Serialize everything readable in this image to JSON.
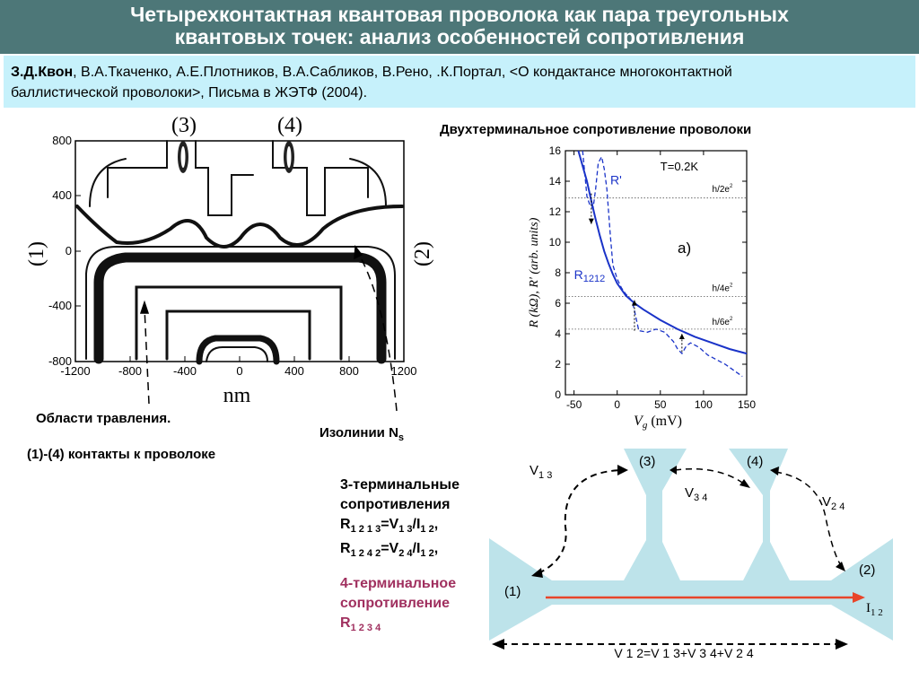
{
  "header": {
    "title_line1": "Четырехконтактная квантовая проволока как пара треугольных",
    "title_line2": "квантовых точек: анализ особенностей сопротивления"
  },
  "citation": {
    "first_author": "З.Д.Квон",
    "rest_line1": ", В.А.Ткаченко, А.Е.Плотников, В.А.Сабликов, В.Рено, .К.Портал, <О кондактансе многоконтактной",
    "line2": "баллистической проволоки>, Письма в ЖЭТФ (2004)."
  },
  "left_figure": {
    "contact_labels": [
      "(3)",
      "(4)",
      "(1)",
      "(2)"
    ],
    "y_ticks": [
      "800",
      "400",
      "0",
      "-400",
      "-800"
    ],
    "x_ticks": [
      "-1200",
      "-800",
      "-400",
      "0",
      "400",
      "800",
      "1200"
    ],
    "x_unit": "nm",
    "label_etching": "Области травления.",
    "label_isolines_main": "Изолинии N",
    "label_isolines_sub": "s",
    "label_contacts": "(1)-(4) контакты к проволоке"
  },
  "chart_title": "Двухтерминальное сопротивление проволоки",
  "chart_data": {
    "type": "line",
    "xlabel_main": "V",
    "xlabel_sub": "g",
    "xlabel_unit": " (mV)",
    "ylabel": "R (kΩ), R' (arb. units)",
    "xlim": [
      -60,
      150
    ],
    "ylim": [
      0,
      16
    ],
    "x_ticks": [
      "-50",
      "0",
      "50",
      "100",
      "150"
    ],
    "y_ticks": [
      "0",
      "2",
      "4",
      "6",
      "8",
      "10",
      "12",
      "14",
      "16"
    ],
    "annotations": {
      "temperature": "T=0.2K",
      "panel": "a)",
      "h2": "h/2e",
      "h4": "h/4e",
      "h6": "h/6e",
      "sq": "2",
      "series_r_prime": "R'",
      "series_r1212_main": "R",
      "series_r1212_sub": "1212"
    },
    "reference_levels": [
      12.9,
      6.45,
      4.3
    ],
    "series": [
      {
        "x": [
          -45,
          -40,
          -35,
          -30,
          -25,
          -20,
          -15,
          -10,
          -5,
          0,
          10,
          20,
          30,
          50,
          70,
          90,
          110,
          130,
          150
        ],
        "values": [
          16,
          15,
          14,
          12.7,
          11.5,
          10.4,
          9.4,
          8.6,
          7.9,
          7.3,
          6.5,
          6.0,
          5.6,
          4.9,
          4.3,
          3.8,
          3.4,
          3.0,
          2.7
        ],
        "color": "#1a33c8",
        "style": "solid"
      },
      {
        "x": [
          -40,
          -35,
          -32,
          -28,
          -25,
          -22,
          -18,
          -15,
          -12,
          -8,
          -5,
          0,
          5,
          10,
          15,
          18,
          20,
          25,
          35,
          45,
          55,
          65,
          70,
          75,
          80,
          85,
          95,
          105,
          115,
          125,
          135,
          145
        ],
        "values": [
          16,
          13,
          12.5,
          12.2,
          13.5,
          15.2,
          15.6,
          14.8,
          13.5,
          10.5,
          8.5,
          7.6,
          7.0,
          6.6,
          6.3,
          6.0,
          5.5,
          4.2,
          4.1,
          4.3,
          4.1,
          3.5,
          3.0,
          2.7,
          3.2,
          3.4,
          3.1,
          2.6,
          2.3,
          2.0,
          1.6,
          1.2
        ],
        "color": "#1a33c8",
        "style": "dashed"
      }
    ]
  },
  "bottom": {
    "three_terminal": [
      "3-терминальные",
      "сопротивления"
    ],
    "r1213_main": "R",
    "r1213_sub": "1 2 1 3",
    "r1213_eq": "=V",
    "r1213_vsub": "1 3",
    "r1213_div": "/I",
    "r1213_isub": "1 2",
    "r1213_end": ",",
    "r1242_main": "R",
    "r1242_sub": "1 2 4 2",
    "r1242_eq": "=V",
    "r1242_vsub": "2 4",
    "r1242_div": "/I",
    "r1242_isub": "1 2",
    "r1242_end": ",",
    "four_terminal": [
      "4-терминальное",
      "сопротивление"
    ],
    "r1234_main": "R",
    "r1234_sub": "1 2 3 4",
    "accent_color": "#a0305f"
  },
  "device": {
    "contact3": "(3)",
    "contact4": "(4)",
    "contact1": "(1)",
    "contact2": "(2)",
    "v13_main": "V",
    "v13_sub": "1 3",
    "v34_main": "V",
    "v34_sub": "3 4",
    "v24_main": "V",
    "v24_sub": "2 4",
    "i12_main": "I",
    "i12_sub": "1 2",
    "sum_eq": "V 1 2=V 1 3+V 3 4+V 2 4",
    "fill_color": "#bde3ea",
    "current_color": "#e8452a"
  }
}
